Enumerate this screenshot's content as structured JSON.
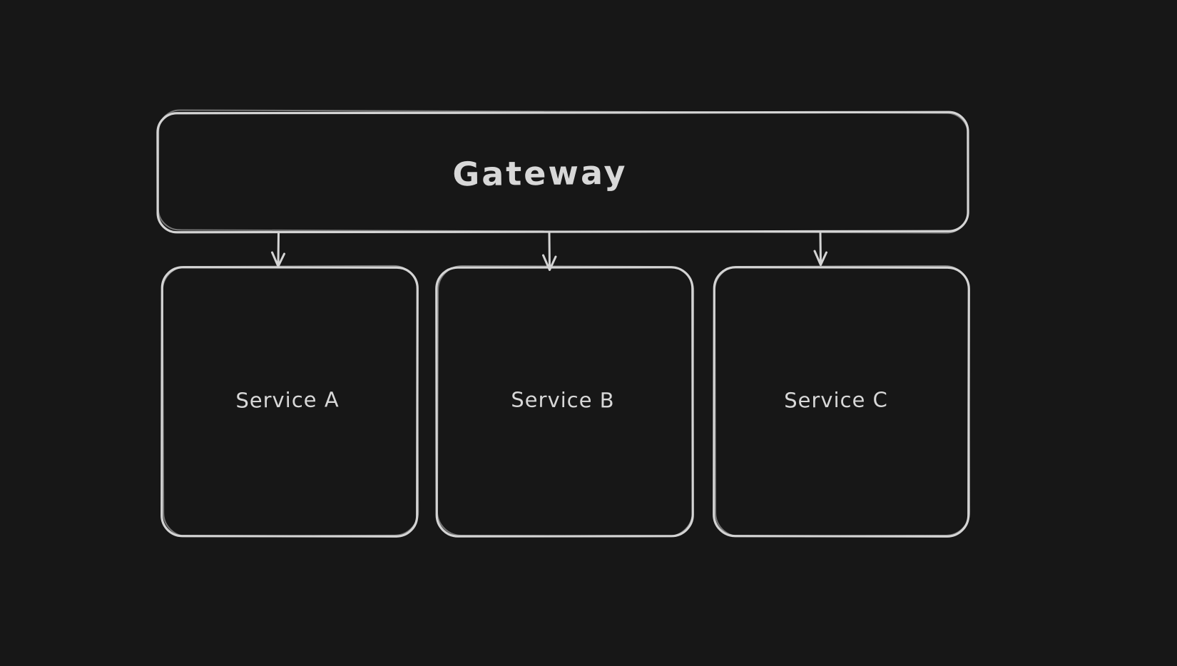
{
  "canvas": {
    "background_color": "#171717",
    "stroke_color": "#d4d4d4",
    "text_color": "#d8d8d8"
  },
  "diagram": {
    "gateway": {
      "label": "Gateway"
    },
    "services": [
      {
        "label": "Service A"
      },
      {
        "label": "Service B"
      },
      {
        "label": "Service C"
      }
    ],
    "edges": [
      {
        "from": "Gateway",
        "to": "Service A"
      },
      {
        "from": "Gateway",
        "to": "Service B"
      },
      {
        "from": "Gateway",
        "to": "Service C"
      }
    ]
  }
}
